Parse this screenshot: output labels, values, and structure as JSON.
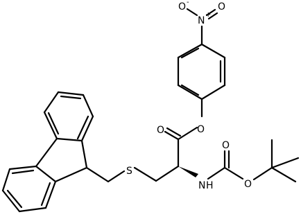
{
  "molecule": {
    "atoms": {
      "nitro_n": "N",
      "nitro_n_charge": "+",
      "nitro_o_top": "O",
      "nitro_o_top_charge": "-",
      "nitro_o_right": "O",
      "ester_o_carbonyl": "O",
      "ester_o_link": "O",
      "sulfur": "S",
      "amide_n": "N",
      "amide_h": "H",
      "boc_o_carbonyl": "O",
      "boc_o_link": "O"
    }
  }
}
